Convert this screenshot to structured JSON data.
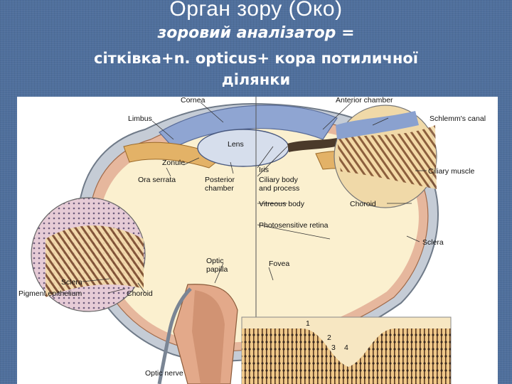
{
  "slide": {
    "title": "Орган зору (Око)",
    "subtitle_line1": "зоровий аналізатор =",
    "subtitle_line2": "сітківка+n. opticus+ кора потиличної",
    "subtitle_line3": "ділянки"
  },
  "diagram": {
    "labels": {
      "cornea": "Cornea",
      "anterior_chamber": "Anterior chamber",
      "limbus": "Limbus",
      "schlemms_canal": "Schlemm's canal",
      "lens": "Lens",
      "zonule": "Zonule",
      "ciliary_muscle": "Ciliary muscle",
      "ora_serrata": "Ora serrata",
      "posterior": "Posterior",
      "chamber": "chamber",
      "iris": "Iris",
      "ciliary_body": "Ciliary body",
      "and_process": "and process",
      "vitreous_body": "Vitreous body",
      "choroid_right": "Choroid",
      "photosensitive_retina": "Photosensitive retina",
      "sclera_right": "Sclera",
      "optic": "Optic",
      "papilla": "papilla",
      "fovea": "Fovea",
      "sclera_left": "Sclera",
      "pigment_epithelium": "Pigment epithelium",
      "choroid_left": "Choroid",
      "optic_nerve": "Optic nerve",
      "num1": "1",
      "num2": "2",
      "num3": "3",
      "num4": "4"
    },
    "colors": {
      "sclera": "#b8c2cf",
      "choroid": "#e8b69a",
      "vitreous": "#fbf0cf",
      "lens": "#d9e1ee",
      "cornea_blue": "#8aa1cf",
      "ciliary": "#e0b460"
    }
  }
}
